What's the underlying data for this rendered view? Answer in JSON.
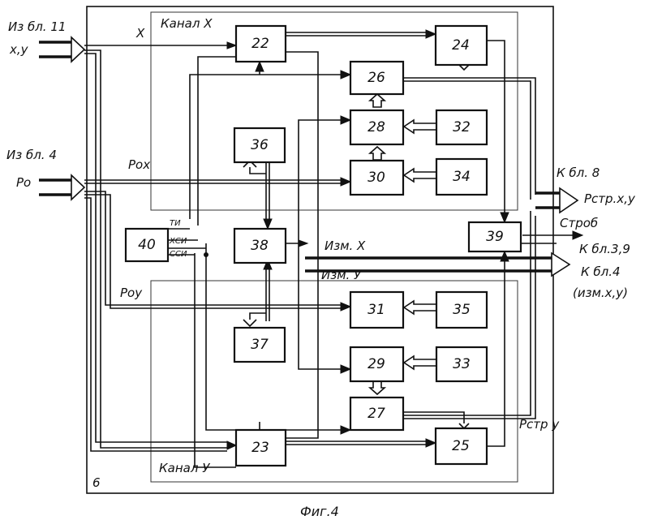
{
  "figure": {
    "caption": "Фиг.4",
    "block_label": "6",
    "channel_x_label": "Канал X",
    "channel_y_label": "Канал У"
  },
  "inputs": {
    "from_block_11": "Из бл. 11",
    "xy": "x,у",
    "x": "X",
    "from_block_4": "Из бл. 4",
    "p0": "Pо",
    "p_ox": "Pox",
    "p_oy": "Pоу"
  },
  "outputs": {
    "to_block_8": "К бл. 8",
    "p_str_xy": "Pстр.х,у",
    "strob": "Строб",
    "to_block_3_9": "К бл.3,9",
    "to_block_4": "К бл.4",
    "izm_xy": "(изм.х,у)",
    "izm_x": "Изм. X",
    "izm_y": "Изм. У",
    "p_str_y": "Pстр у"
  },
  "block40_pins": [
    "ТИ",
    "ХСИ",
    "ССИ"
  ],
  "blocks": [
    {
      "id": "b22",
      "label": "22"
    },
    {
      "id": "b23",
      "label": "23"
    },
    {
      "id": "b24",
      "label": "24"
    },
    {
      "id": "b25",
      "label": "25"
    },
    {
      "id": "b26",
      "label": "26"
    },
    {
      "id": "b27",
      "label": "27"
    },
    {
      "id": "b28",
      "label": "28"
    },
    {
      "id": "b29",
      "label": "29"
    },
    {
      "id": "b30",
      "label": "30"
    },
    {
      "id": "b31",
      "label": "31"
    },
    {
      "id": "b32",
      "label": "32"
    },
    {
      "id": "b33",
      "label": "33"
    },
    {
      "id": "b34",
      "label": "34"
    },
    {
      "id": "b35",
      "label": "35"
    },
    {
      "id": "b36",
      "label": "36"
    },
    {
      "id": "b37",
      "label": "37"
    },
    {
      "id": "b38",
      "label": "38"
    },
    {
      "id": "b39",
      "label": "39"
    },
    {
      "id": "b40",
      "label": "40"
    }
  ]
}
